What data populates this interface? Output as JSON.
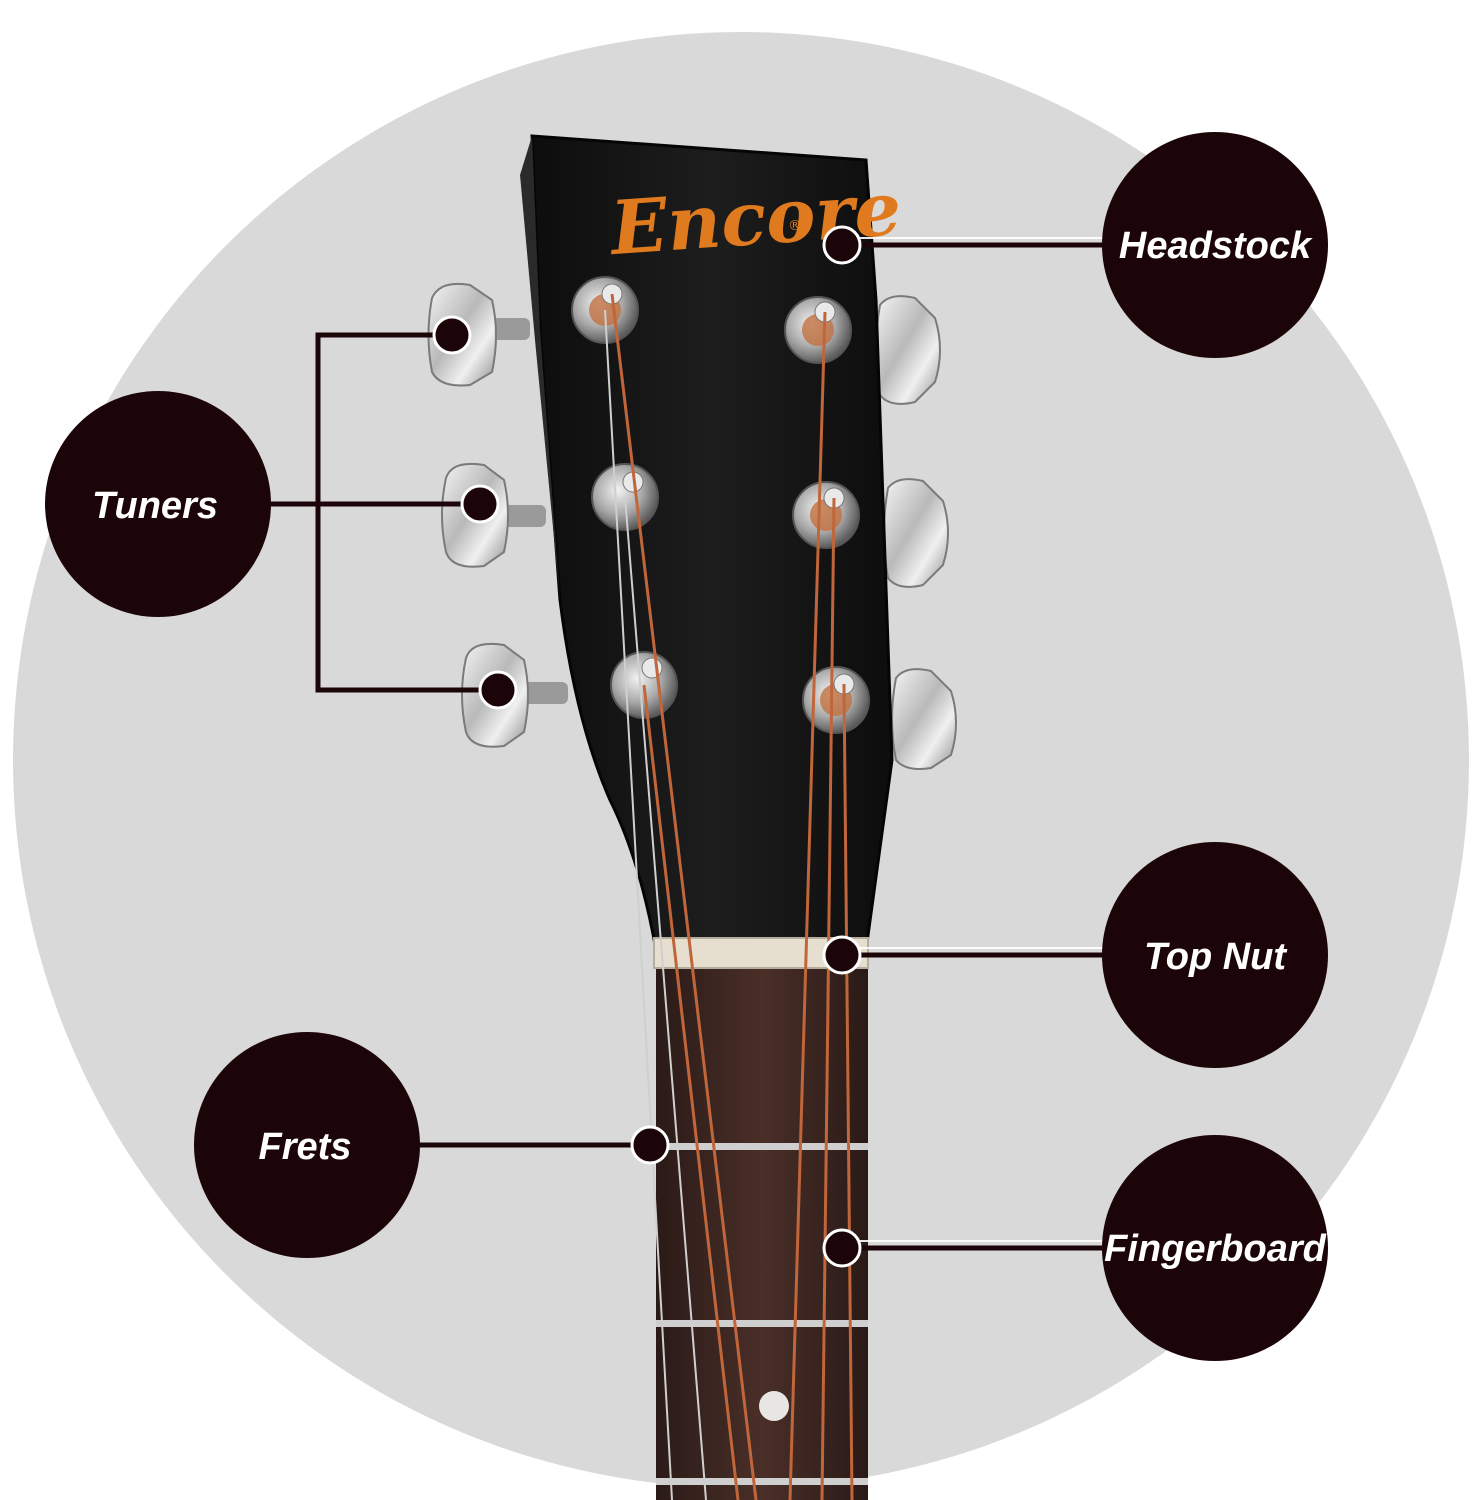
{
  "brand": {
    "logo_text": "Encore",
    "logo_mark": "®"
  },
  "labels": {
    "headstock": "Headstock",
    "tuners": "Tuners",
    "top_nut": "Top Nut",
    "frets": "Frets",
    "fingerboard": "Fingerboard"
  },
  "colors": {
    "background_circle": "#d9d9d9",
    "label_bubble": "#1c0508",
    "headstock": "#161616",
    "logo": "#e07a1f",
    "fingerboard": "#3b2520",
    "nut": "#e6dfcf",
    "string_bronze": "#c0663a",
    "string_plain": "#c9c9c9",
    "tuner_chrome": "#d6d6d6"
  }
}
